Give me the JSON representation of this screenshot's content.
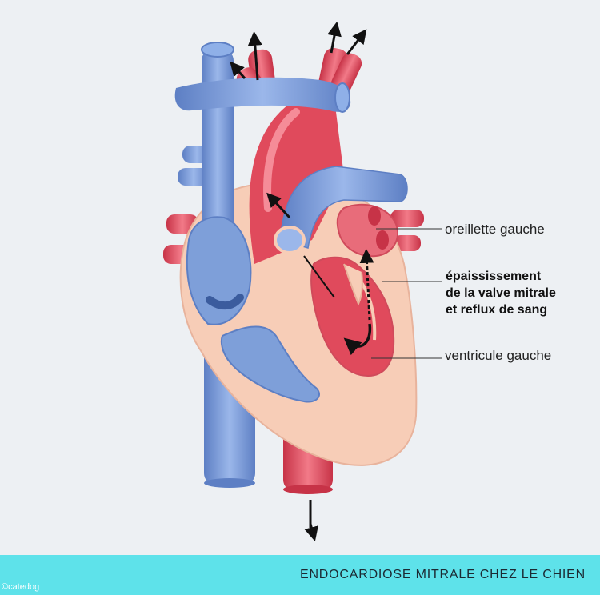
{
  "labels": {
    "left_atrium": "oreillette gauche",
    "mitral_thickening_line1": "épaississement",
    "mitral_thickening_line2": "de la valve mitrale",
    "mitral_thickening_line3": "et reflux de sang",
    "left_ventricle": "ventricule gauche"
  },
  "footer": {
    "title": "ENDOCARDIOSE MITRALE CHEZ LE CHIEN",
    "copyright": "©catedog"
  },
  "colors": {
    "background": "#edf0f3",
    "accent_bar": "#5ee2ea",
    "venous_blue": "#7e9fd9",
    "arterial_red": "#e04a5c",
    "heart_wall": "#f7cdb7"
  }
}
